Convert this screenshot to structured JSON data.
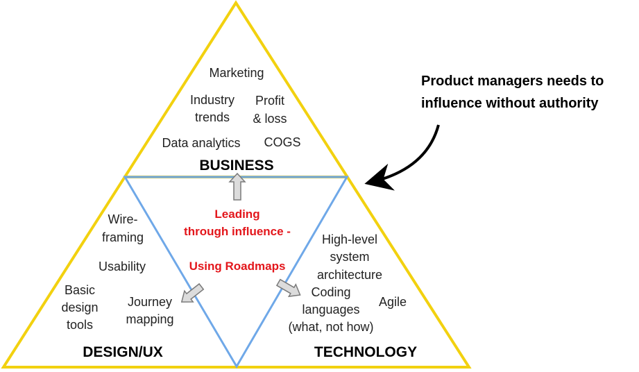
{
  "colors": {
    "outer_triangle": "#f2d10f",
    "inner_triangle": "#6fa8e8",
    "highlight_text": "#e3161b",
    "arrow_fill": "#dcdcdc",
    "arrow_stroke": "#7a7a7a",
    "callout_arrow": "#000000"
  },
  "callout": {
    "line1": "Product managers needs to",
    "line2": "influence without authority"
  },
  "center": {
    "line1": "Leading",
    "line2": "through influence -",
    "line3": "Using Roadmaps"
  },
  "business": {
    "heading": "BUSINESS",
    "items": {
      "marketing": "Marketing",
      "industry1": "Industry",
      "industry2": "trends",
      "profit1": "Profit",
      "profit2": "& loss",
      "data_analytics": "Data analytics",
      "cogs": "COGS"
    }
  },
  "design": {
    "heading": "DESIGN/UX",
    "items": {
      "wire1": "Wire-",
      "wire2": "framing",
      "usability": "Usability",
      "basic1": "Basic",
      "basic2": "design",
      "basic3": "tools",
      "journey1": "Journey",
      "journey2": "mapping"
    }
  },
  "technology": {
    "heading": "TECHNOLOGY",
    "items": {
      "arch1": "High-level",
      "arch2": "system",
      "arch3": "architecture",
      "coding1": "Coding",
      "coding2": "languages",
      "coding3": "(what, not how)",
      "agile": "Agile"
    }
  },
  "icons": {
    "up_arrow": "arrow-up-icon",
    "down_left_arrow": "arrow-down-left-icon",
    "down_right_arrow": "arrow-down-right-icon",
    "callout_arrow": "curved-arrow-icon"
  }
}
